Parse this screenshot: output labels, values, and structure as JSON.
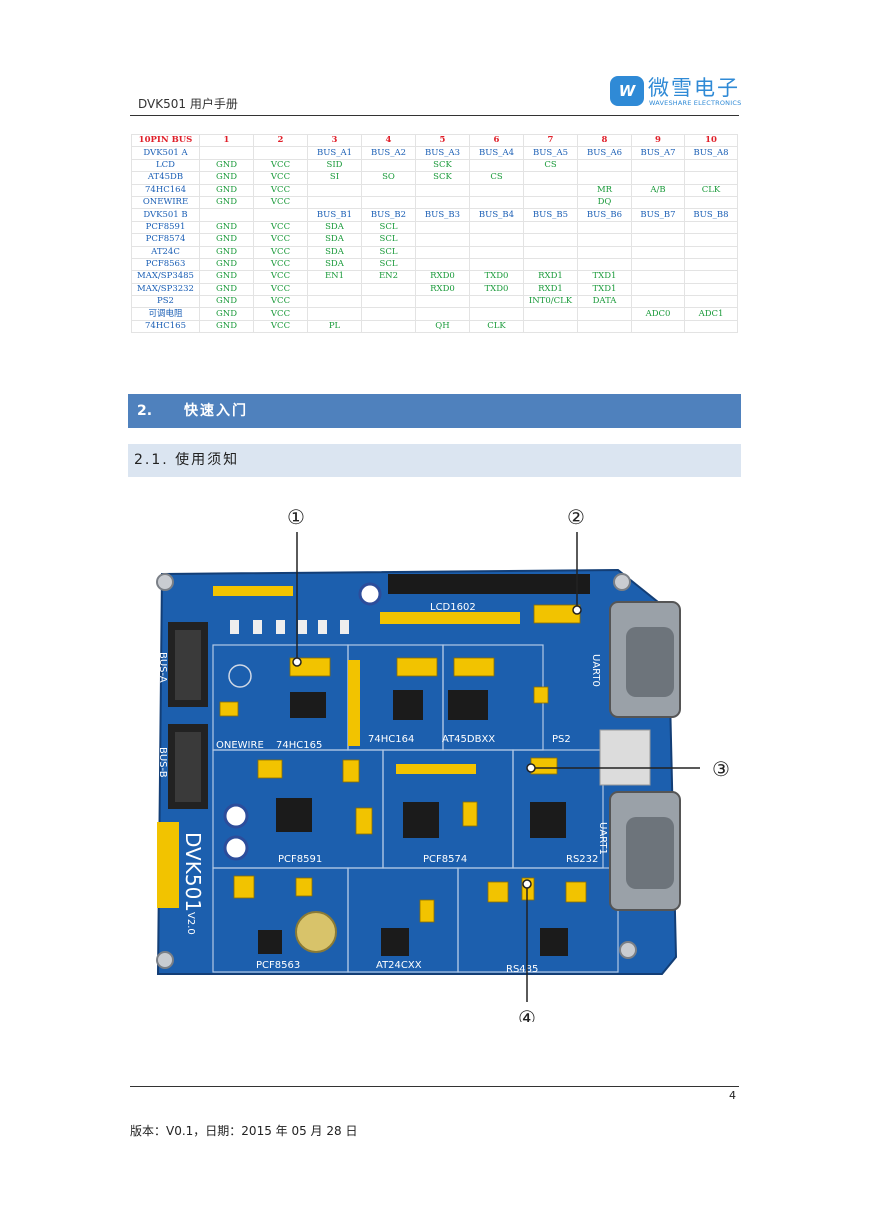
{
  "header": {
    "title": "DVK501 用户手册",
    "logo_mark": "W",
    "logo_cn": "微雪电子",
    "logo_en": "WAVESHARE ELECTRONICS"
  },
  "pin_table": {
    "columns": [
      "10PIN BUS",
      "1",
      "2",
      "3",
      "4",
      "5",
      "6",
      "7",
      "8",
      "9",
      "10"
    ],
    "rows": [
      {
        "kind": "bus",
        "cells": [
          "DVK501 A",
          "",
          "",
          "BUS_A1",
          "BUS_A2",
          "BUS_A3",
          "BUS_A4",
          "BUS_A5",
          "BUS_A6",
          "BUS_A7",
          "BUS_A8"
        ]
      },
      {
        "kind": "dev",
        "cells": [
          "LCD",
          "GND",
          "VCC",
          "SID",
          "",
          "SCK",
          "",
          "CS",
          "",
          "",
          ""
        ]
      },
      {
        "kind": "dev",
        "cells": [
          "AT45DB",
          "GND",
          "VCC",
          "SI",
          "SO",
          "SCK",
          "CS",
          "",
          "",
          "",
          ""
        ]
      },
      {
        "kind": "dev",
        "cells": [
          "74HC164",
          "GND",
          "VCC",
          "",
          "",
          "",
          "",
          "",
          "MR",
          "A/B",
          "CLK"
        ]
      },
      {
        "kind": "dev",
        "cells": [
          "ONEWIRE",
          "GND",
          "VCC",
          "",
          "",
          "",
          "",
          "",
          "DQ",
          "",
          ""
        ]
      },
      {
        "kind": "bus",
        "cells": [
          "DVK501 B",
          "",
          "",
          "BUS_B1",
          "BUS_B2",
          "BUS_B3",
          "BUS_B4",
          "BUS_B5",
          "BUS_B6",
          "BUS_B7",
          "BUS_B8"
        ]
      },
      {
        "kind": "dev",
        "cells": [
          "PCF8591",
          "GND",
          "VCC",
          "SDA",
          "SCL",
          "",
          "",
          "",
          "",
          "",
          ""
        ]
      },
      {
        "kind": "dev",
        "cells": [
          "PCF8574",
          "GND",
          "VCC",
          "SDA",
          "SCL",
          "",
          "",
          "",
          "",
          "",
          ""
        ]
      },
      {
        "kind": "dev",
        "cells": [
          "AT24C",
          "GND",
          "VCC",
          "SDA",
          "SCL",
          "",
          "",
          "",
          "",
          "",
          ""
        ]
      },
      {
        "kind": "dev",
        "cells": [
          "PCF8563",
          "GND",
          "VCC",
          "SDA",
          "SCL",
          "",
          "",
          "",
          "",
          "",
          ""
        ]
      },
      {
        "kind": "dev",
        "cells": [
          "MAX/SP3485",
          "GND",
          "VCC",
          "EN1",
          "EN2",
          "RXD0",
          "TXD0",
          "RXD1",
          "TXD1",
          "",
          ""
        ]
      },
      {
        "kind": "dev",
        "cells": [
          "MAX/SP3232",
          "GND",
          "VCC",
          "",
          "",
          "RXD0",
          "TXD0",
          "RXD1",
          "TXD1",
          "",
          ""
        ]
      },
      {
        "kind": "dev",
        "cells": [
          "PS2",
          "GND",
          "VCC",
          "",
          "",
          "",
          "",
          "INT0/CLK",
          "DATA",
          "",
          ""
        ]
      },
      {
        "kind": "dev",
        "cells": [
          "可调电阻",
          "GND",
          "VCC",
          "",
          "",
          "",
          "",
          "",
          "",
          "ADC0",
          "ADC1"
        ]
      },
      {
        "kind": "dev",
        "cells": [
          "74HC165",
          "GND",
          "VCC",
          "PL",
          "",
          "QH",
          "CLK",
          "",
          "",
          "",
          ""
        ]
      }
    ]
  },
  "section2": {
    "number": "2.",
    "title": "快速入门"
  },
  "section21": {
    "title": "2.1. 使用须知"
  },
  "figure": {
    "callouts": [
      "①",
      "②",
      "③",
      "④"
    ],
    "silkscreen": {
      "bus_a": "BUS-A",
      "bus_b": "BUS-B",
      "lcd": "LCD1602",
      "hc165": "74HC165",
      "hc164": "74HC164",
      "onewire": "ONEWIRE",
      "at45": "AT45DBXX",
      "ps2": "PS2",
      "uart0": "UART0",
      "uart1": "UART1",
      "pcf8591": "PCF8591",
      "pcf8574": "PCF8574",
      "rs232": "RS232",
      "rs485": "RS485",
      "pcf8563": "PCF8563",
      "at24": "AT24CXX",
      "model": "DVK501",
      "version": "V2.0"
    }
  },
  "footer": {
    "page": "4",
    "version_line": "版本：V0.1，日期：2015 年 05 月 28 日"
  }
}
